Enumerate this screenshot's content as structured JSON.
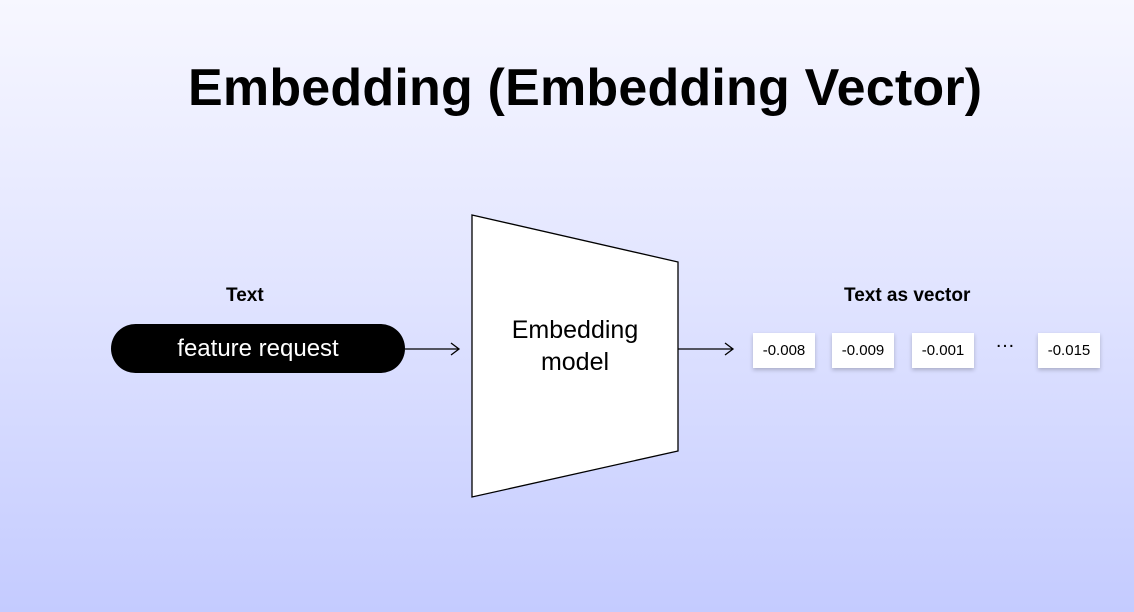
{
  "title": "Embedding (Embedding Vector)",
  "input": {
    "label": "Text",
    "value": "feature request"
  },
  "model": {
    "line1": "Embedding",
    "line2": "model"
  },
  "output": {
    "label": "Text as vector",
    "values": [
      "-0.008",
      "-0.009",
      "-0.001",
      "-0.015"
    ],
    "ellipsis": "…"
  }
}
